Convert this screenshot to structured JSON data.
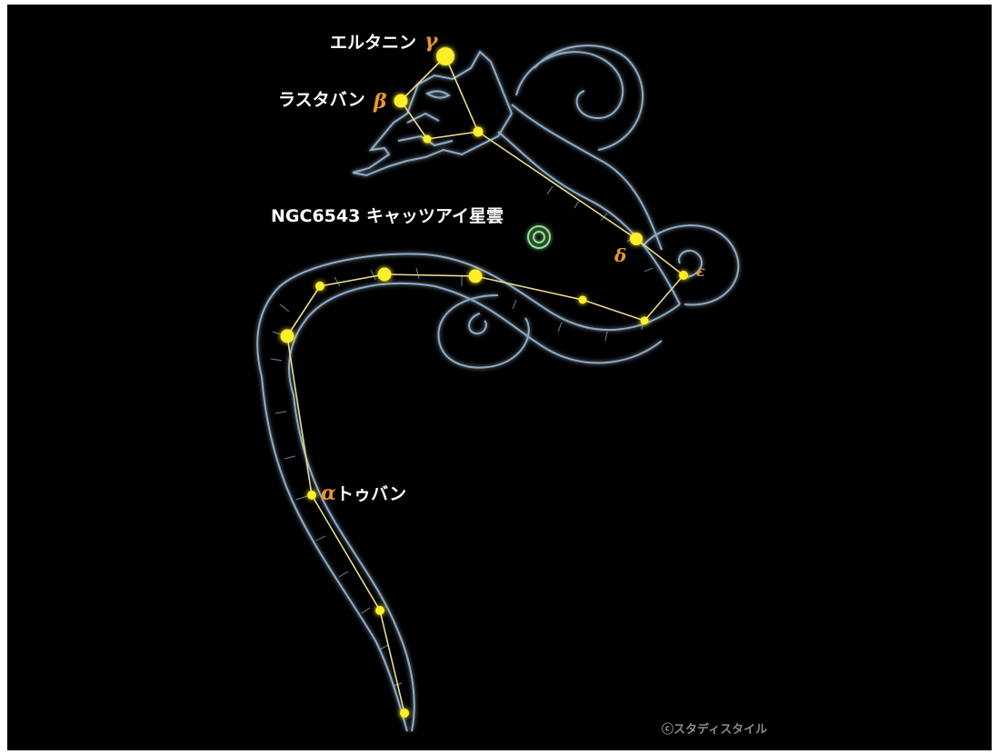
{
  "labels": {
    "gamma_name": "エルタニン",
    "gamma_symbol": "γ",
    "beta_name": "ラスタバン",
    "beta_symbol": "β",
    "nebula": "NGC6543 キャッツアイ星雲",
    "delta_symbol": "δ",
    "epsilon_symbol": "ε",
    "alpha_symbol": "α",
    "alpha_name": "トゥバン"
  },
  "credit": "ⓒスタディスタイル",
  "colors": {
    "background": "#000000",
    "star": "#ffee2a",
    "line": "#e8dc8c",
    "outline": "#a9c9e6",
    "greek": "#e8982f",
    "nebula": "#8ee38e"
  }
}
